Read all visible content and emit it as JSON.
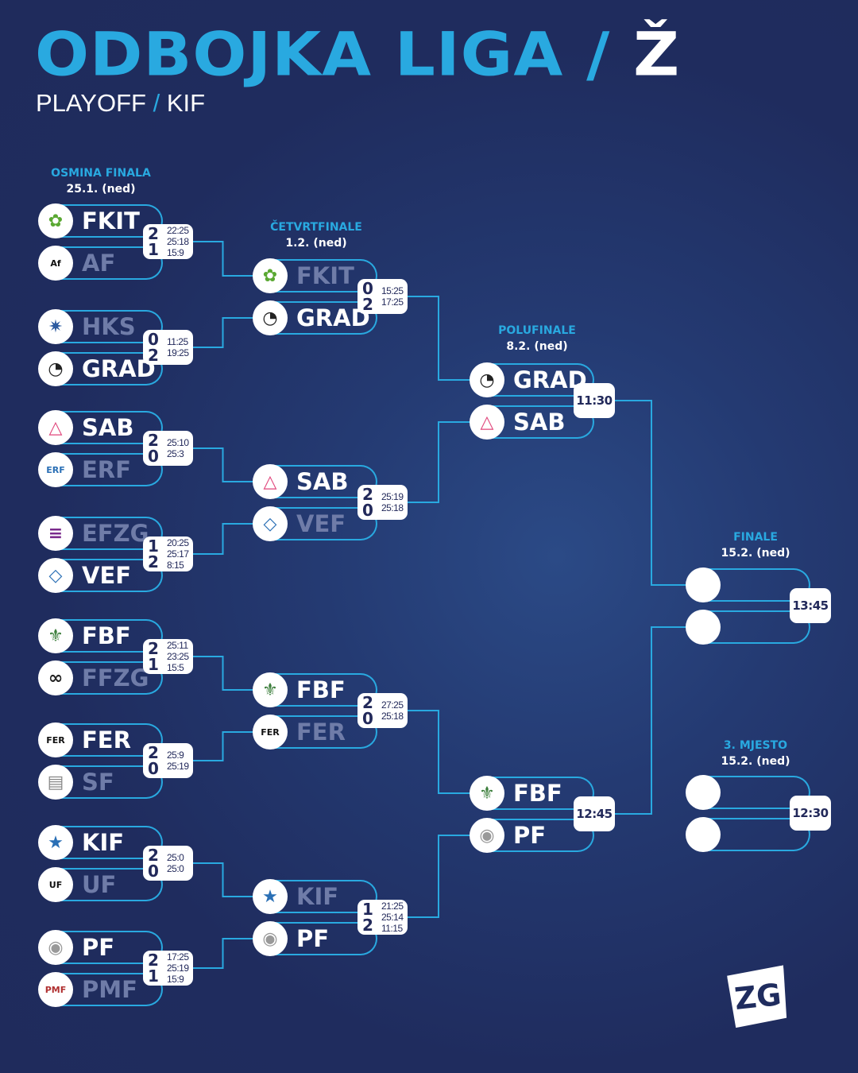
{
  "header": {
    "title_main": "ODBOJKA LIGA /",
    "title_accent": "Ž",
    "subtitle_a": "PLAYOFF",
    "subtitle_sep": "/",
    "subtitle_b": "KIF"
  },
  "colors": {
    "background": "#1f2c5e",
    "accent": "#29a9e0",
    "loser_text": "#6f7ca8"
  },
  "brand_logo": "ZG",
  "rounds": [
    {
      "title": "OSMINA FINALA",
      "date": "25.1. (ned)",
      "matches": [
        {
          "teams": [
            {
              "name": "FKIT",
              "logo": "fkit-logo",
              "winner": true
            },
            {
              "name": "AF",
              "logo": "af-logo",
              "winner": false
            }
          ],
          "wins": [
            "2",
            "1"
          ],
          "sets": [
            "22:25",
            "25:18",
            "15:9"
          ]
        },
        {
          "teams": [
            {
              "name": "HKS",
              "logo": "hks-logo",
              "winner": false
            },
            {
              "name": "GRAD",
              "logo": "grad-logo",
              "winner": true
            }
          ],
          "wins": [
            "0",
            "2"
          ],
          "sets": [
            "11:25",
            "19:25"
          ]
        },
        {
          "teams": [
            {
              "name": "SAB",
              "logo": "sab-logo",
              "winner": true
            },
            {
              "name": "ERF",
              "logo": "erf-logo",
              "winner": false
            }
          ],
          "wins": [
            "2",
            "0"
          ],
          "sets": [
            "25:10",
            "25:3"
          ]
        },
        {
          "teams": [
            {
              "name": "EFZG",
              "logo": "efzg-logo",
              "winner": false
            },
            {
              "name": "VEF",
              "logo": "vef-logo",
              "winner": true
            }
          ],
          "wins": [
            "1",
            "2"
          ],
          "sets": [
            "20:25",
            "25:17",
            "8:15"
          ]
        },
        {
          "teams": [
            {
              "name": "FBF",
              "logo": "fbf-logo",
              "winner": true
            },
            {
              "name": "FFZG",
              "logo": "ffzg-logo",
              "winner": false
            }
          ],
          "wins": [
            "2",
            "1"
          ],
          "sets": [
            "25:11",
            "23:25",
            "15:5"
          ]
        },
        {
          "teams": [
            {
              "name": "FER",
              "logo": "fer-logo",
              "winner": true
            },
            {
              "name": "SF",
              "logo": "sf-logo",
              "winner": false
            }
          ],
          "wins": [
            "2",
            "0"
          ],
          "sets": [
            "25:9",
            "25:19"
          ]
        },
        {
          "teams": [
            {
              "name": "KIF",
              "logo": "kif-logo",
              "winner": true
            },
            {
              "name": "UF",
              "logo": "uf-logo",
              "winner": false
            }
          ],
          "wins": [
            "2",
            "0"
          ],
          "sets": [
            "25:0",
            "25:0"
          ]
        },
        {
          "teams": [
            {
              "name": "PF",
              "logo": "pf-logo",
              "winner": true
            },
            {
              "name": "PMF",
              "logo": "pmf-logo",
              "winner": false
            }
          ],
          "wins": [
            "2",
            "1"
          ],
          "sets": [
            "17:25",
            "25:19",
            "15:9"
          ]
        }
      ]
    },
    {
      "title": "ČETVRTFINALE",
      "date": "1.2. (ned)",
      "matches": [
        {
          "teams": [
            {
              "name": "FKIT",
              "logo": "fkit-logo",
              "winner": false
            },
            {
              "name": "GRAD",
              "logo": "grad-logo",
              "winner": true
            }
          ],
          "wins": [
            "0",
            "2"
          ],
          "sets": [
            "15:25",
            "17:25"
          ]
        },
        {
          "teams": [
            {
              "name": "SAB",
              "logo": "sab-logo",
              "winner": true
            },
            {
              "name": "VEF",
              "logo": "vef-logo",
              "winner": false
            }
          ],
          "wins": [
            "2",
            "0"
          ],
          "sets": [
            "25:19",
            "25:18"
          ]
        },
        {
          "teams": [
            {
              "name": "FBF",
              "logo": "fbf-logo",
              "winner": true
            },
            {
              "name": "FER",
              "logo": "fer-logo",
              "winner": false
            }
          ],
          "wins": [
            "2",
            "0"
          ],
          "sets": [
            "27:25",
            "25:18"
          ]
        },
        {
          "teams": [
            {
              "name": "KIF",
              "logo": "kif-logo",
              "winner": false
            },
            {
              "name": "PF",
              "logo": "pf-logo",
              "winner": true
            }
          ],
          "wins": [
            "1",
            "2"
          ],
          "sets": [
            "21:25",
            "25:14",
            "11:15"
          ]
        }
      ]
    },
    {
      "title": "POLUFINALE",
      "date": "8.2. (ned)",
      "matches": [
        {
          "teams": [
            {
              "name": "GRAD",
              "logo": "grad-logo",
              "winner": true
            },
            {
              "name": "SAB",
              "logo": "sab-logo",
              "winner": true
            }
          ],
          "time": "11:30"
        },
        {
          "teams": [
            {
              "name": "FBF",
              "logo": "fbf-logo",
              "winner": true
            },
            {
              "name": "PF",
              "logo": "pf-logo",
              "winner": true
            }
          ],
          "time": "12:45"
        }
      ]
    },
    {
      "title": "FINALE",
      "date": "15.2. (ned)",
      "matches": [
        {
          "teams": [
            {
              "name": "",
              "logo": "",
              "winner": true
            },
            {
              "name": "",
              "logo": "",
              "winner": true
            }
          ],
          "time": "13:45"
        }
      ]
    },
    {
      "title": "3. MJESTO",
      "date": "15.2. (ned)",
      "matches": [
        {
          "teams": [
            {
              "name": "",
              "logo": "",
              "winner": true
            },
            {
              "name": "",
              "logo": "",
              "winner": true
            }
          ],
          "time": "12:30"
        }
      ]
    }
  ]
}
